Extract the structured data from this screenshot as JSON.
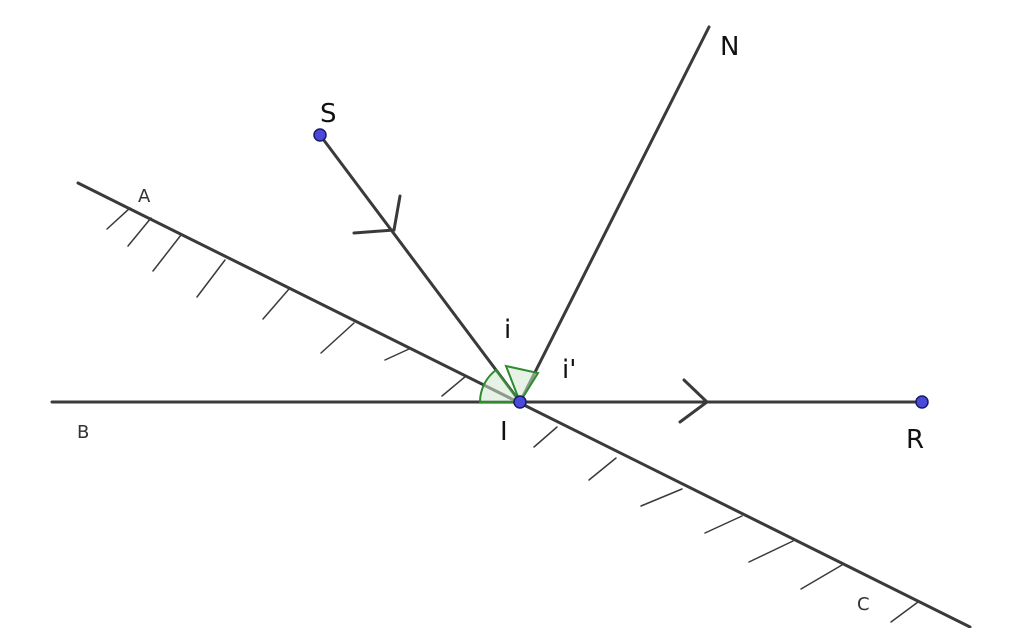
{
  "diagram": {
    "labels": {
      "S": "S",
      "N": "N",
      "A": "A",
      "B": "B",
      "C": "C",
      "I": "I",
      "R": "R",
      "i": "i",
      "i_prime": "i'"
    },
    "colors": {
      "line": "#3a3a3a",
      "point": "#4a4ad8",
      "angle_stroke": "#2e8b2e",
      "angle_fill": "#cfe8cf"
    }
  }
}
